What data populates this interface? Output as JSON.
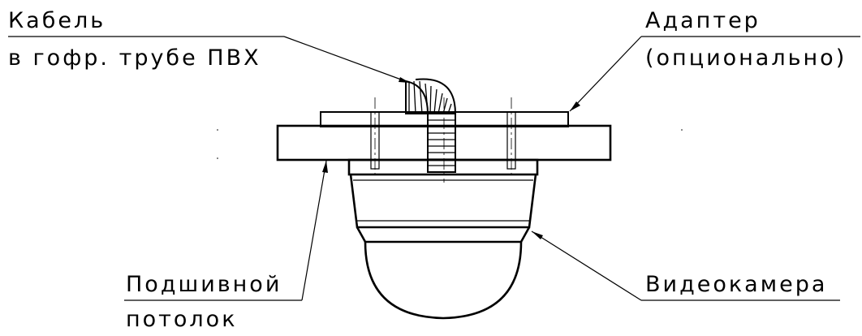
{
  "labels": {
    "cable_line1": "Кабель",
    "cable_line2": "в гофр. трубе ПВХ",
    "adapter_line1": "Адаптер",
    "adapter_line2": "(опционально)",
    "ceiling_line1": "Подшивной",
    "ceiling_line2": "потолок",
    "camera": "Видеокамера"
  }
}
